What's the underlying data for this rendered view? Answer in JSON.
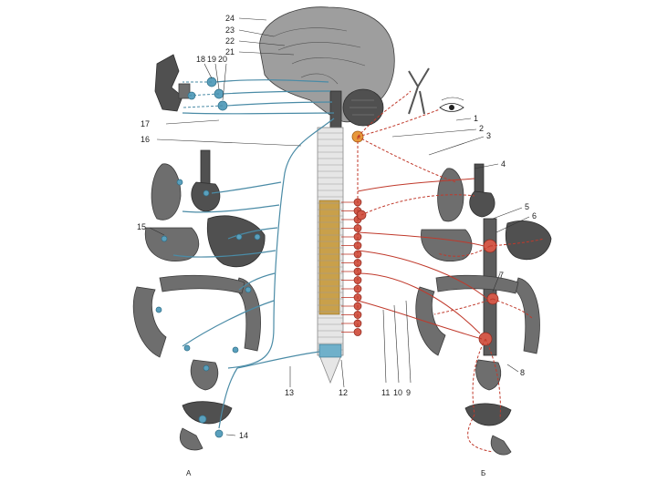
{
  "labels": {
    "n1": "1",
    "n2": "2",
    "n3": "3",
    "n4": "4",
    "n5": "5",
    "n6": "6",
    "n7": "7",
    "n8": "8",
    "n9": "9",
    "n10": "10",
    "n11": "11",
    "n12": "12",
    "n13": "13",
    "n14": "14",
    "n15": "15",
    "n16": "16",
    "n17": "17",
    "n18": "18",
    "n19": "19",
    "n20": "20",
    "n21": "21",
    "n22": "22",
    "n23": "23",
    "n24": "24"
  },
  "sides": {
    "left": "А",
    "right": "Б"
  },
  "colors": {
    "parasympathetic": "#4a8ba6",
    "sympathetic": "#c0392b",
    "sympathetic_trunk": "#c9a04a",
    "organ": "#6e6e6e"
  }
}
